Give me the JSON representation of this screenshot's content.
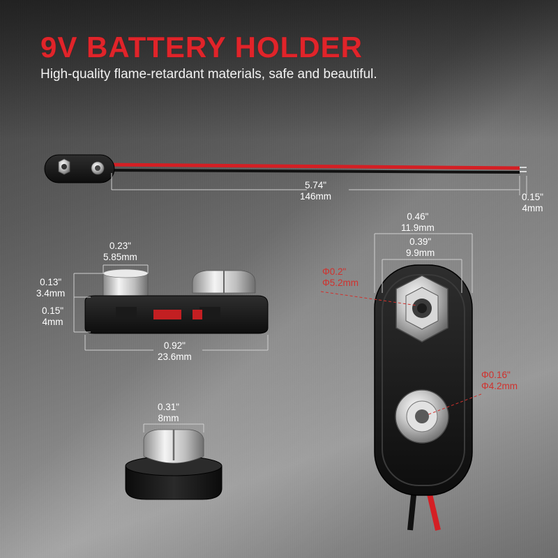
{
  "header": {
    "title": "9V BATTERY HOLDER",
    "subtitle": "High-quality flame-retardant materials, safe and beautiful."
  },
  "dimensions": {
    "wire_length": {
      "inch": "5.74\"",
      "mm": "146mm"
    },
    "wire_tip": {
      "inch": "0.15\"",
      "mm": "4mm"
    },
    "snap_width": {
      "inch": "0.23\"",
      "mm": "5.85mm"
    },
    "snap_height": {
      "inch": "0.13\"",
      "mm": "3.4mm"
    },
    "base_height": {
      "inch": "0.15\"",
      "mm": "4mm"
    },
    "base_length": {
      "inch": "0.92\"",
      "mm": "23.6mm"
    },
    "hex_width": {
      "inch": "0.31\"",
      "mm": "8mm"
    },
    "outer_width": {
      "inch": "0.46\"",
      "mm": "11.9mm"
    },
    "inner_width": {
      "inch": "0.39\"",
      "mm": "9.9mm"
    },
    "large_hole": {
      "inch": "Φ0.2\"",
      "mm": "Φ5.2mm"
    },
    "small_hole": {
      "inch": "Φ0.16\"",
      "mm": "Φ4.2mm"
    }
  },
  "colors": {
    "title": "#e1242a",
    "annotation_red": "#d0312d",
    "wire_red": "#d41f24",
    "wire_black": "#111111"
  }
}
